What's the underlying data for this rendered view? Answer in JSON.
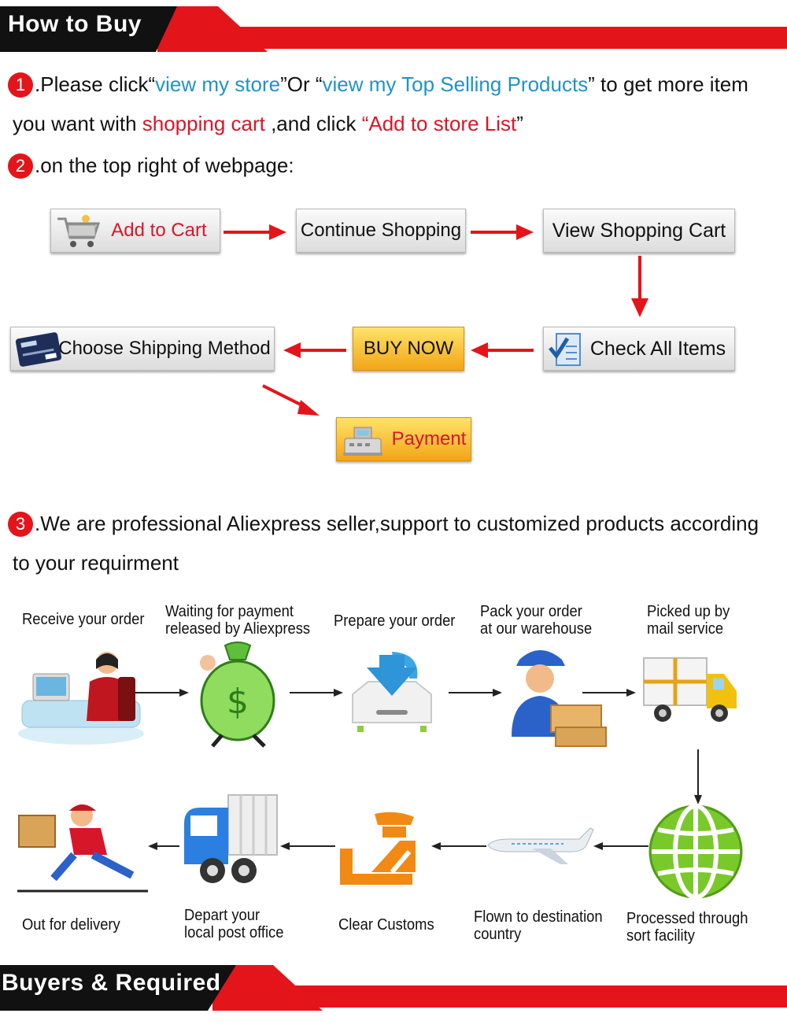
{
  "banners": {
    "top": "How to Buy",
    "bottom": "Buyers & Required"
  },
  "step1": {
    "number": "1",
    "p1": ".Please click“",
    "link1": "view my store",
    "p2": "”Or “",
    "link2": "view my Top Selling Products",
    "p3": "” to get more item",
    "line2_p1": "you want with ",
    "link3": "shopping cart",
    "line2_p2": " ,and click ",
    "link4": "“Add to store List",
    "line2_p3": "”"
  },
  "step2": {
    "number": "2",
    "text": ".on the top right of webpage:"
  },
  "flow": {
    "add_to_cart": "Add to Cart",
    "continue_shopping": "Continue Shopping",
    "view_shopping_cart": "View Shopping Cart",
    "check_all_items": "Check All Items",
    "buy_now": "BUY NOW",
    "choose_shipping": "Choose Shipping Method",
    "payment": "Payment"
  },
  "step3": {
    "number": "3",
    "text": ".We are professional Aliexpress seller,support to customized products according",
    "line2": "to your requirment"
  },
  "process": {
    "receive": "Receive your order",
    "waiting_1": "Waiting for payment",
    "waiting_2": "released by Aliexpress",
    "prepare": "Prepare your order",
    "pack_1": "Pack your order",
    "pack_2": "at our warehouse",
    "picked_1": "Picked up by",
    "picked_2": "mail service",
    "out": "Out for delivery",
    "depart_1": "Depart your",
    "depart_2": "local post office",
    "customs": "Clear Customs",
    "flown_1": "Flown to destination",
    "flown_2": "country",
    "processed_1": "Processed through",
    "processed_2": "sort facility"
  },
  "colors": {
    "accent_red": "#e4141b",
    "link_blue": "#1f93c8",
    "banner_black": "#111111"
  }
}
